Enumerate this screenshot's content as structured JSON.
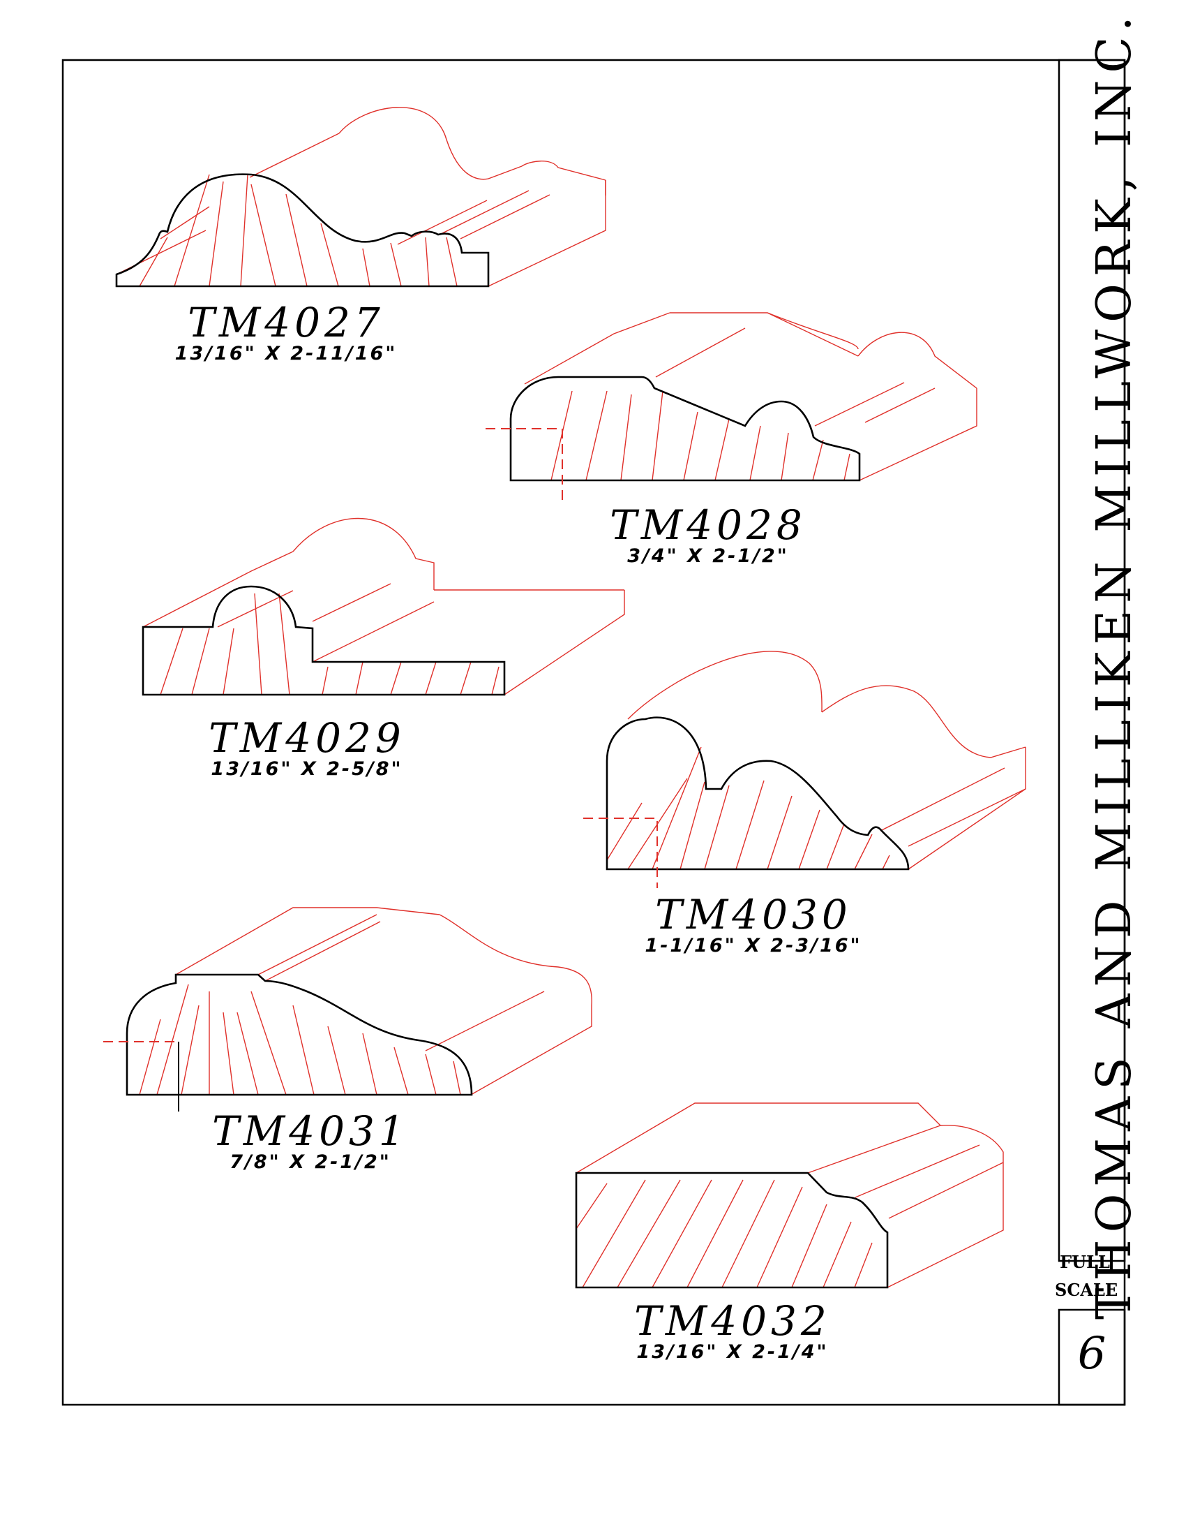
{
  "company_name": "THOMAS AND MILLIKEN MILLWORK, INC.",
  "scale_label": [
    "FULL",
    "SCALE"
  ],
  "page_number": "6",
  "profiles": [
    {
      "code": "TM4027",
      "size": "13/16\"  X  2-11/16\""
    },
    {
      "code": "TM4028",
      "size": "3/4\"  X  2-1/2\""
    },
    {
      "code": "TM4029",
      "size": "13/16\"  X  2-5/8\""
    },
    {
      "code": "TM4030",
      "size": "1-1/16\"  X  2-3/16\""
    },
    {
      "code": "TM4031",
      "size": "7/8\"  X  2-1/2\""
    },
    {
      "code": "TM4032",
      "size": "13/16\"  X  2-1/4\""
    }
  ],
  "colors": {
    "outline": "#000000",
    "projection": "#e0312b",
    "paper": "#ffffff"
  }
}
